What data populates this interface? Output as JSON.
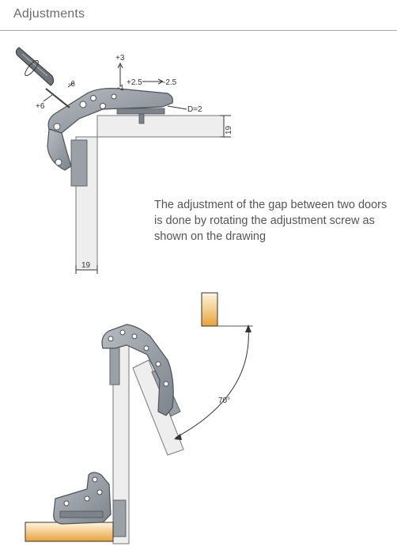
{
  "header": {
    "title": "Adjustments"
  },
  "caption": {
    "text": "The adjustment of the gap between two doors is done by rotating the adjustment screw as shown on the drawing"
  },
  "labels": {
    "plus3": "+3",
    "minus1": "-1",
    "plus25": "+2.5",
    "minus25": "-2.5",
    "minus6": "-6",
    "plus6": "+6",
    "gap": "D=2",
    "thickness_vertical": "19",
    "thickness_bottom": "19",
    "angle": "70°"
  },
  "colors": {
    "hinge_metal": "#8f959c",
    "hinge_dark": "#5f656c",
    "panel_fill": "#eeeeee",
    "panel_stroke": "#777777",
    "wood_light": "#fbe9c2",
    "wood_dark": "#e8a23a"
  }
}
